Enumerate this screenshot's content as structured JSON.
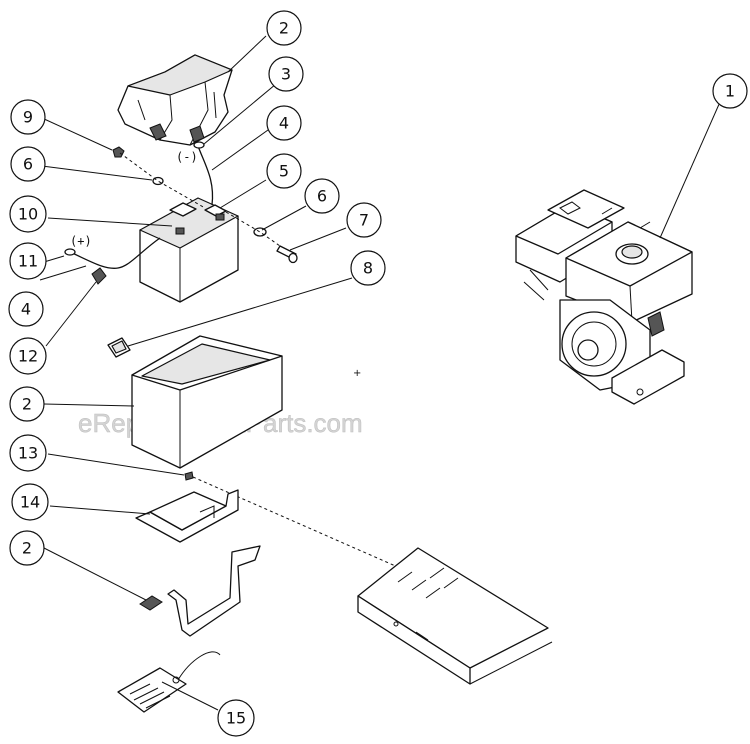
{
  "watermark": "eReplacementParts.com",
  "polarity": {
    "negative": "(-)",
    "positive": "(+)"
  },
  "callouts": [
    {
      "id": "c2-top",
      "label": "2"
    },
    {
      "id": "c3",
      "label": "3"
    },
    {
      "id": "c4-upper",
      "label": "4"
    },
    {
      "id": "c9",
      "label": "9"
    },
    {
      "id": "c6-left",
      "label": "6"
    },
    {
      "id": "c5",
      "label": "5"
    },
    {
      "id": "c6-right",
      "label": "6"
    },
    {
      "id": "c10",
      "label": "10"
    },
    {
      "id": "c7",
      "label": "7"
    },
    {
      "id": "c11",
      "label": "11"
    },
    {
      "id": "c8",
      "label": "8"
    },
    {
      "id": "c4-lower",
      "label": "4"
    },
    {
      "id": "c12",
      "label": "12"
    },
    {
      "id": "c2-box",
      "label": "2"
    },
    {
      "id": "c13",
      "label": "13"
    },
    {
      "id": "c14",
      "label": "14"
    },
    {
      "id": "c2-strap",
      "label": "2"
    },
    {
      "id": "c15",
      "label": "15"
    },
    {
      "id": "c1",
      "label": "1"
    }
  ]
}
